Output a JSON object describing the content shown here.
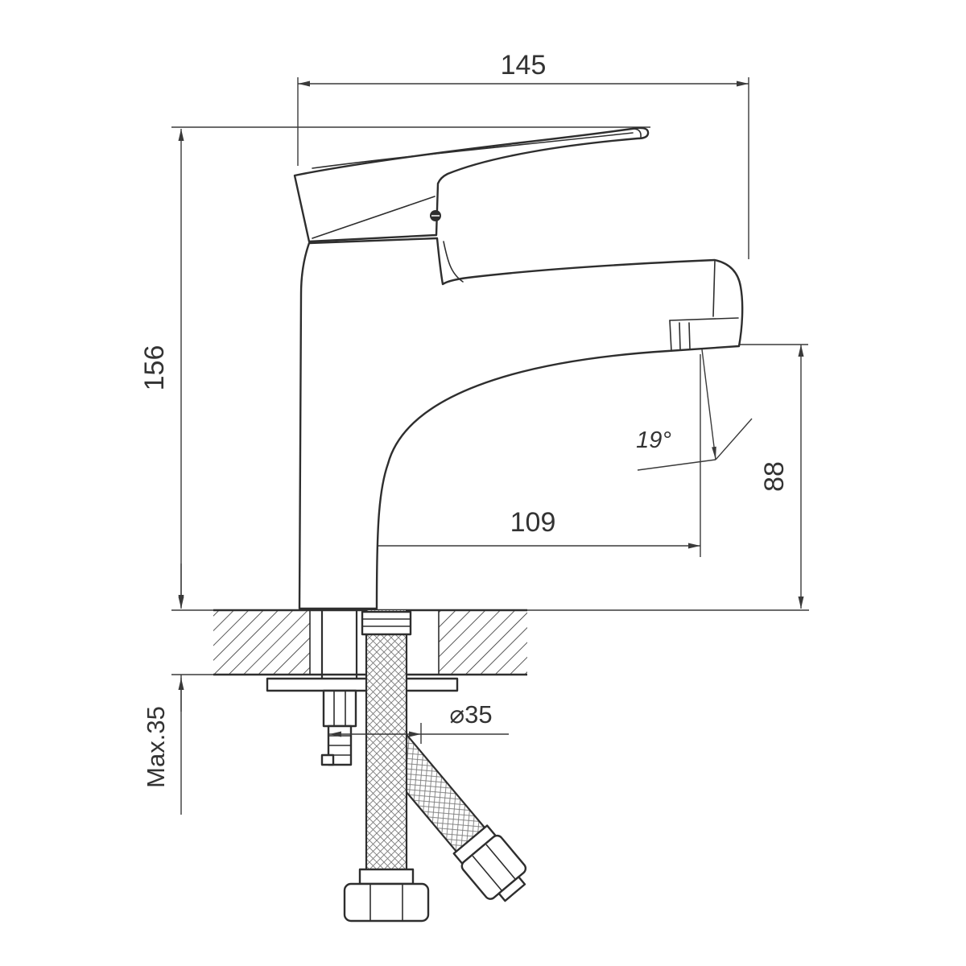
{
  "drawing": {
    "type": "technical-dimension-drawing",
    "subject": "single-lever basin mixer faucet, side section view",
    "colors": {
      "line": "#2e2e2e",
      "dimension_line": "#3a3a3a",
      "text": "#333333",
      "background": "#ffffff"
    },
    "dimensions": {
      "overall_length": "145",
      "total_height": "156",
      "spout_reach": "109",
      "outlet_height": "88",
      "stream_angle": "19°",
      "max_mounting_thickness": "Max.35",
      "mounting_hole_diameter": "⌀35"
    }
  }
}
